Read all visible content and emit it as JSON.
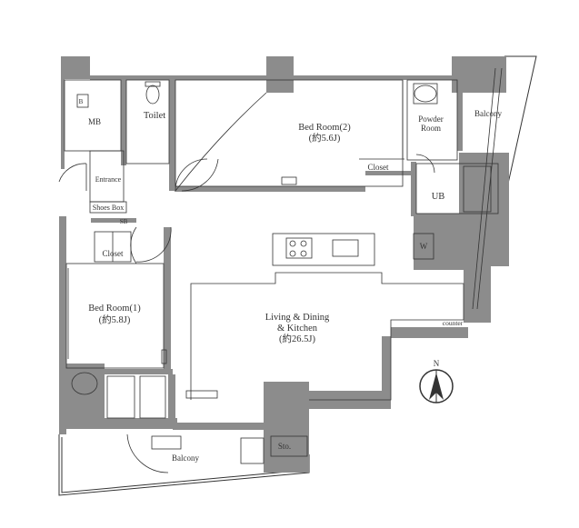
{
  "rooms": {
    "mb": "MB",
    "toilet": "Toilet",
    "bedroom2": {
      "name": "Bed Room(2)",
      "size": "(約5.6J)"
    },
    "powder_room": {
      "line1": "Powder",
      "line2": "Room"
    },
    "balcony_top": "Balcony",
    "entrance": "Entrance",
    "shoes_box": "Shoes Box",
    "sb": "SB",
    "closet_upper": "Closet",
    "closet_left": "Closet",
    "ub": "UB",
    "w": "W",
    "bedroom1": {
      "name": "Bed Room(1)",
      "size": "(約5.8J)"
    },
    "ldk": {
      "line1": "Living & Dining",
      "line2": "& Kitchen",
      "size": "(約26.5J)"
    },
    "counter": "counter",
    "balcony_bottom": "Balcony",
    "storage": "Sto.",
    "meter_box": "B"
  },
  "compass": {
    "label": "N"
  },
  "colors": {
    "wall": "#8c8c8c",
    "line": "#333333",
    "background": "#ffffff"
  }
}
